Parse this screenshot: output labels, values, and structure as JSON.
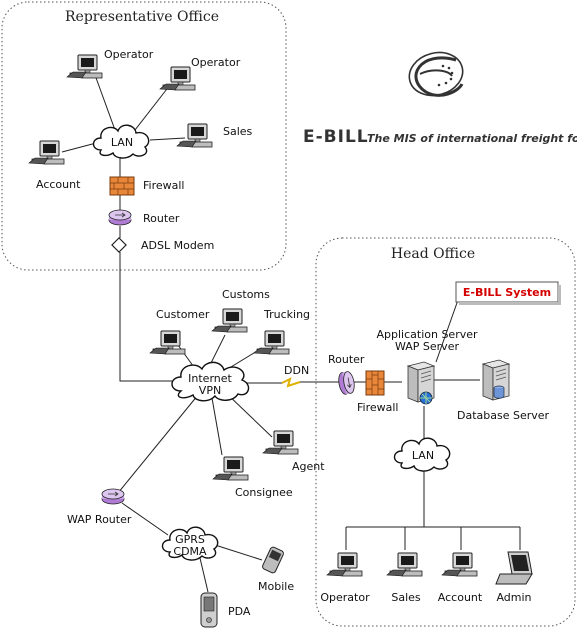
{
  "regions": {
    "representative_office": "Representative Office",
    "head_office": "Head Office"
  },
  "brand": {
    "name": "E-BILL",
    "tagline": "The MIS of international freight forwarder",
    "system_label": "E-BILL System"
  },
  "representative_office": {
    "operator_left": "Operator",
    "operator_right": "Operator",
    "sales": "Sales",
    "account": "Account",
    "lan": "LAN",
    "firewall": "Firewall",
    "router": "Router",
    "adsl_modem": "ADSL Modem"
  },
  "internet": {
    "cloud_line1": "Internet",
    "cloud_line2": "VPN",
    "customs": "Customs",
    "customer": "Customer",
    "trucking": "Trucking",
    "agent": "Agent",
    "consignee": "Consignee",
    "ddn": "DDN"
  },
  "mobile_network": {
    "wap_router": "WAP Router",
    "cloud_line1": "GPRS",
    "cloud_line2": "CDMA",
    "mobile": "Mobile",
    "pda": "PDA"
  },
  "head_office": {
    "router": "Router",
    "firewall": "Firewall",
    "app_server_line1": "Application Server",
    "app_server_line2": "WAP Server",
    "database_server": "Database Server",
    "lan": "LAN",
    "operator": "Operator",
    "sales": "Sales",
    "account": "Account",
    "admin": "Admin"
  },
  "colors": {
    "firewall": "#e8873a",
    "router": "#b07bd4",
    "system_red": "#d40000"
  }
}
